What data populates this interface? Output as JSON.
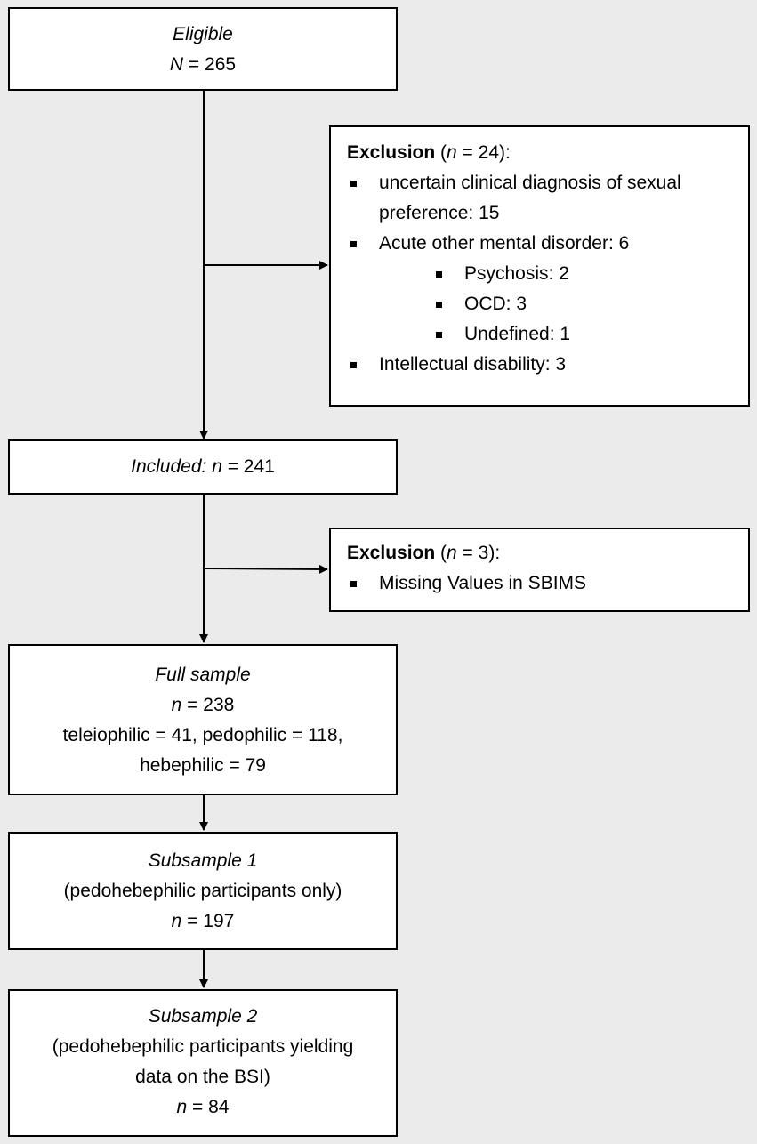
{
  "eligible": {
    "label": "Eligible",
    "n_prefix": "N",
    "n_suffix": " = 265"
  },
  "exclusion1": {
    "title": "Exclusion",
    "count_prefix": " (",
    "count_var": "n",
    "count_suffix": " = 24):",
    "items": [
      {
        "text": "uncertain clinical diagnosis of sexual",
        "level": 1
      },
      {
        "text": "preference: 15",
        "level": 1,
        "continuation": true
      },
      {
        "text": "Acute other mental disorder: 6",
        "level": 1
      },
      {
        "text": "Psychosis: 2",
        "level": 2
      },
      {
        "text": "OCD: 3",
        "level": 2
      },
      {
        "text": "Undefined: 1",
        "level": 2
      },
      {
        "text": "Intellectual disability: 3",
        "level": 1
      }
    ]
  },
  "included": {
    "label": "Included:",
    "n_prefix": " n",
    "n_suffix": " = 241"
  },
  "exclusion2": {
    "title": "Exclusion",
    "count_prefix": " (",
    "count_var": "n",
    "count_suffix": " = 3):",
    "items": [
      {
        "text": "Missing Values in SBIMS",
        "level": 1
      }
    ]
  },
  "full_sample": {
    "label": "Full sample",
    "n_prefix": "n",
    "n_suffix": " = 238",
    "line1": "teleiophilic = 41, pedophilic = 118,",
    "line2": "hebephilic = 79"
  },
  "subsample1": {
    "label": "Subsample 1",
    "line1": "(pedohebephilic participants only)",
    "n_prefix": "n",
    "n_suffix": " = 197"
  },
  "subsample2": {
    "label": "Subsample 2",
    "line1": "(pedohebephilic participants yielding",
    "line2": "data on the BSI)",
    "n_prefix": "n",
    "n_suffix": " = 84"
  }
}
